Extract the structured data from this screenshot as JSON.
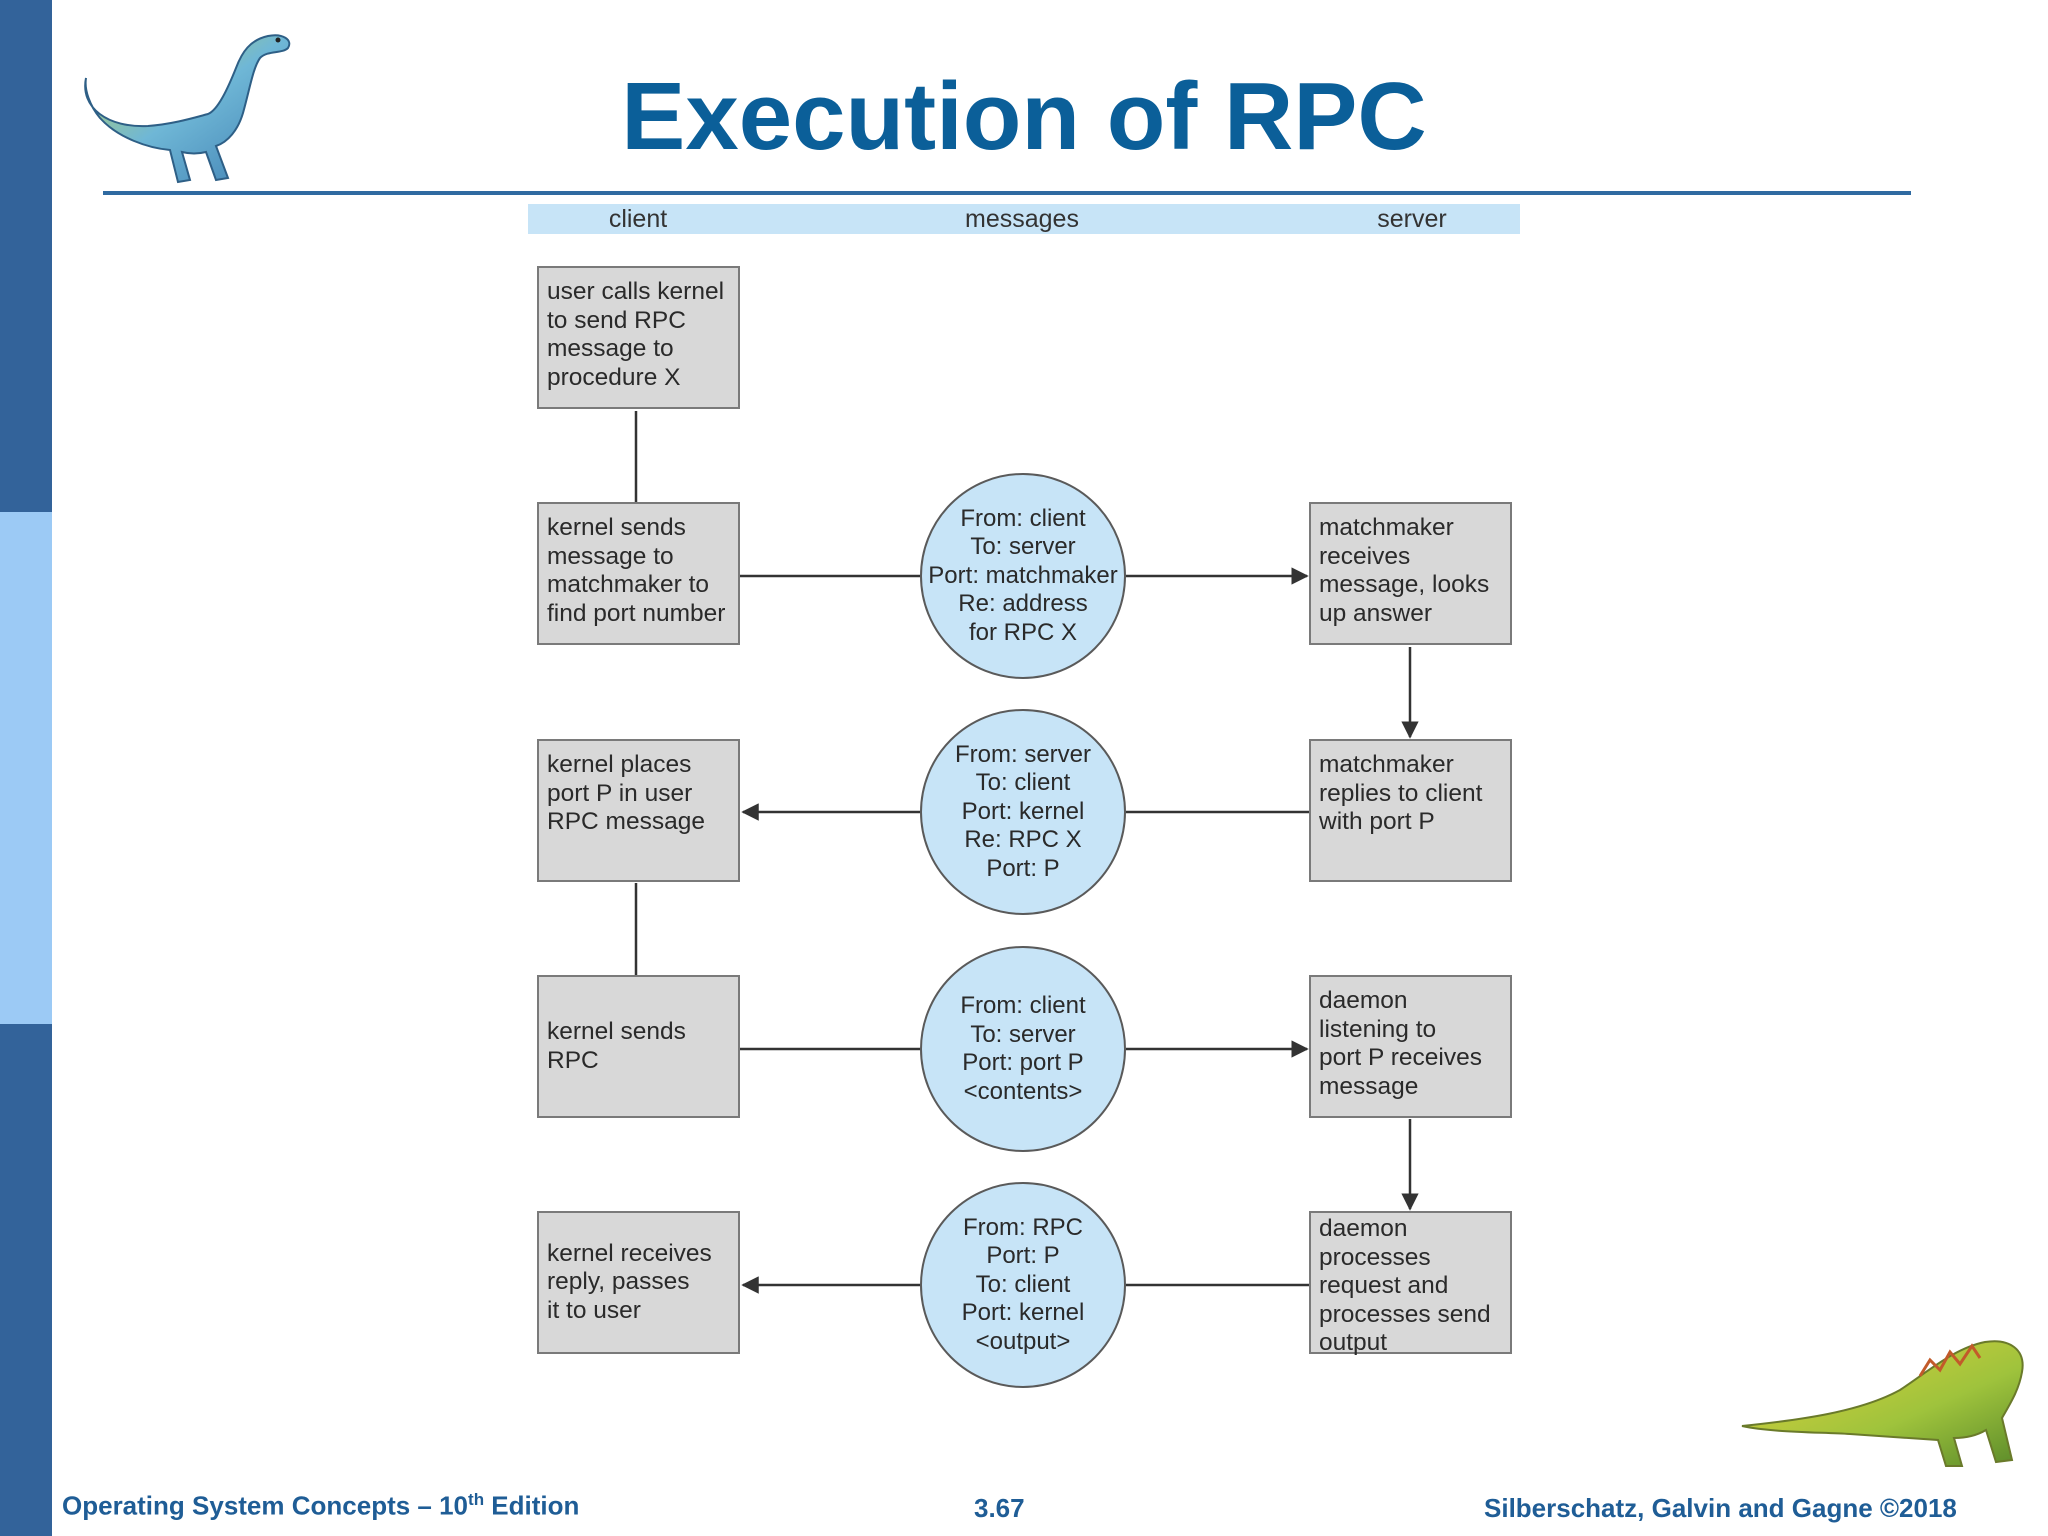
{
  "title": "Execution of RPC",
  "columns": {
    "client": "client",
    "messages": "messages",
    "server": "server"
  },
  "client_boxes": [
    [
      "user calls kernel",
      "to send RPC",
      "message to",
      "procedure X"
    ],
    [
      "kernel sends",
      "message to",
      "matchmaker to",
      "find port number"
    ],
    [
      "kernel places",
      "port P in user",
      "RPC message"
    ],
    [
      "kernel sends",
      "RPC"
    ],
    [
      "kernel receives",
      "reply, passes",
      "it to user"
    ]
  ],
  "messages": [
    [
      "From: client",
      "To: server",
      "Port: matchmaker",
      "Re: address",
      "for RPC X"
    ],
    [
      "From: server",
      "To: client",
      "Port: kernel",
      "Re: RPC X",
      "Port: P"
    ],
    [
      "From: client",
      "To: server",
      "Port: port P",
      "<contents>"
    ],
    [
      "From: RPC",
      "Port: P",
      "To: client",
      "Port: kernel",
      "<output>"
    ]
  ],
  "server_boxes": [
    [
      "matchmaker",
      "receives",
      "message, looks",
      "up answer"
    ],
    [
      "matchmaker",
      "replies to client",
      "with port P"
    ],
    [
      "daemon",
      "listening to",
      "port P receives",
      "message"
    ],
    [
      "daemon",
      "processes",
      "request and",
      "processes send",
      "output"
    ]
  ],
  "footer": {
    "left": "Operating System Concepts – 10",
    "left_sup": "th",
    "left_tail": " Edition",
    "center": "3.67",
    "right": "Silberschatz, Galvin and Gagne ©2018"
  },
  "colors": {
    "title": "#0b5f99",
    "sidebar_dark": "#33639a",
    "sidebar_light": "#9ccaf5",
    "header_band": "#c7e4f7",
    "circle_fill": "#c7e4f7",
    "box_fill": "#d8d8d8"
  },
  "icons": {
    "top_left": "dinosaur-green-blue",
    "bottom_right": "dinosaur-yellow-green"
  }
}
